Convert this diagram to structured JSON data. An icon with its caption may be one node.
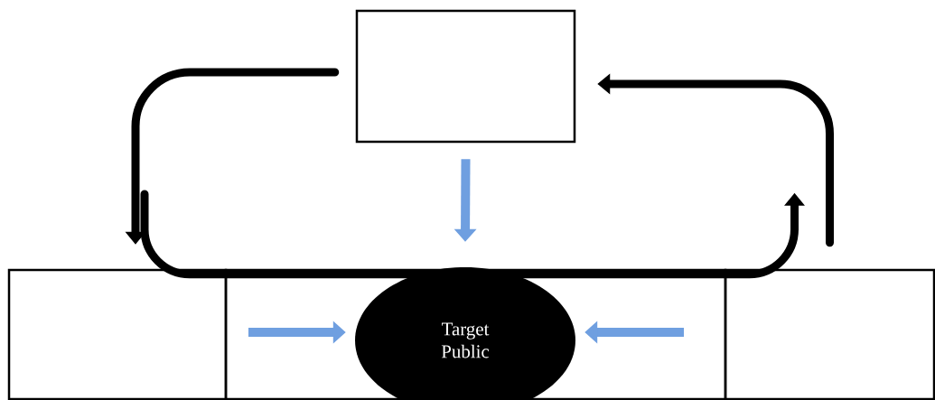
{
  "diagram": {
    "nodes": [
      {
        "text": [],
        "shape": "box"
      },
      {
        "text": [],
        "shape": "box"
      },
      {
        "text": [],
        "shape": "box"
      },
      {
        "text": [],
        "shape": "box"
      },
      {
        "text": [
          "Target Public"
        ],
        "in": 2
      }
    ],
    "edges": [
      {
        "from": 0,
        "to": 1,
        "arrow": "to"
      },
      {
        "from": null,
        "to": 3,
        "arrow": "to"
      },
      {
        "from": 3,
        "to": 0,
        "arrow": "to"
      },
      {
        "from": 0,
        "to": 4,
        "arrow": "to",
        "color": "#6f9fe0"
      },
      {
        "from": null,
        "to": 4,
        "arrow": "to",
        "color": "#6f9fe0"
      },
      {
        "from": null,
        "to": 4,
        "arrow": "to",
        "color": "#6f9fe0"
      }
    ]
  }
}
